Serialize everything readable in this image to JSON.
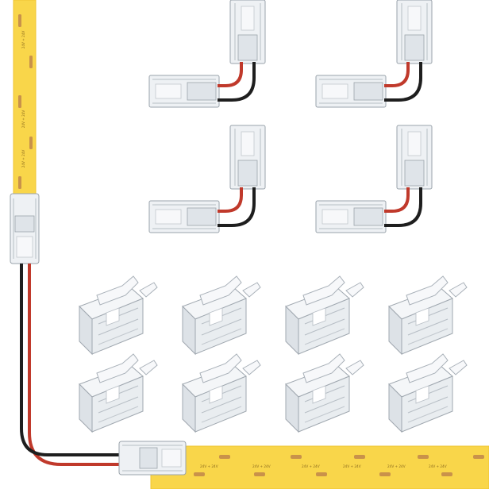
{
  "strip_labels": {
    "vertical": [
      "24V + 24V",
      "24V + 24V",
      "24V + 24V"
    ],
    "horizontal": [
      "24V + 24V",
      "24V + 24V",
      "24V + 24V",
      "24V + 24V",
      "24V + 24V",
      "24V + 24V"
    ]
  },
  "colors": {
    "strip": "#f9d64a",
    "strip_edge": "#efc431",
    "chip": "#c9924a",
    "wire_red": "#c0392b",
    "wire_black": "#1e1e1e",
    "clear_plastic": "#eef1f4",
    "plastic_line": "#9aa3ab"
  }
}
